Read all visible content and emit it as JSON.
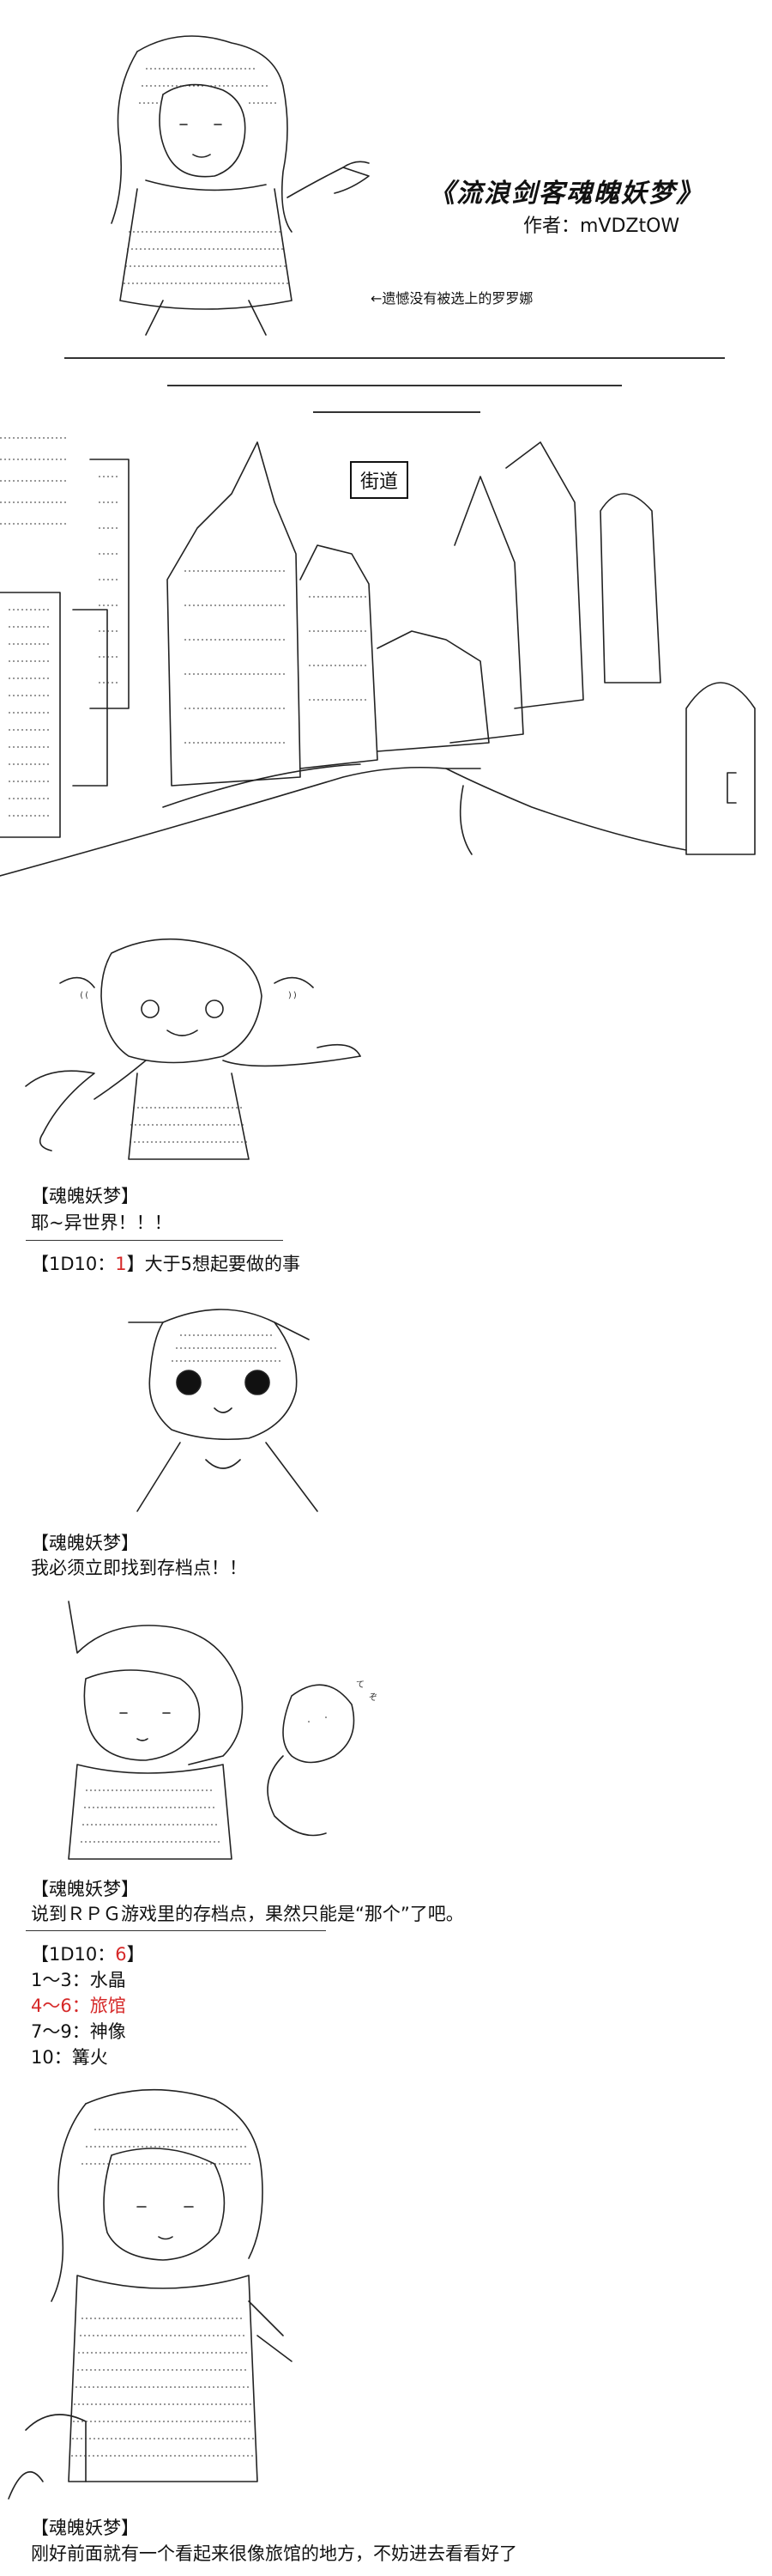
{
  "header": {
    "title": "《流浪剑客魂魄妖梦》",
    "author": "作者：mVDZtOW",
    "note": "←遗憾没有被选上的罗罗娜"
  },
  "scene": {
    "location_label": "街道"
  },
  "dialogue_1": {
    "speaker": "【魂魄妖梦】",
    "text": "耶~异世界！！！"
  },
  "roll_1": {
    "prefix": "【1D10：",
    "value": "1",
    "suffix": "】大于5想起要做的事"
  },
  "dialogue_2": {
    "speaker": "【魂魄妖梦】",
    "text": "我必须立即找到存档点！！"
  },
  "dialogue_3": {
    "speaker": "【魂魄妖梦】",
    "text": "说到ＲＰＧ游戏里的存档点，果然只能是“那个”了吧。"
  },
  "roll_2": {
    "prefix": "【1D10：",
    "value": "6",
    "suffix": "】",
    "options": [
      "1～3：水晶",
      "4～6：旅馆",
      "7～9：神像",
      "10：篝火"
    ],
    "selected_index": 1,
    "highlight_color": "#d62828"
  },
  "dialogue_4": {
    "speaker": "【魂魄妖梦】",
    "text": "刚好前面就有一个看起来很像旅馆的地方，不妨进去看看好了"
  }
}
